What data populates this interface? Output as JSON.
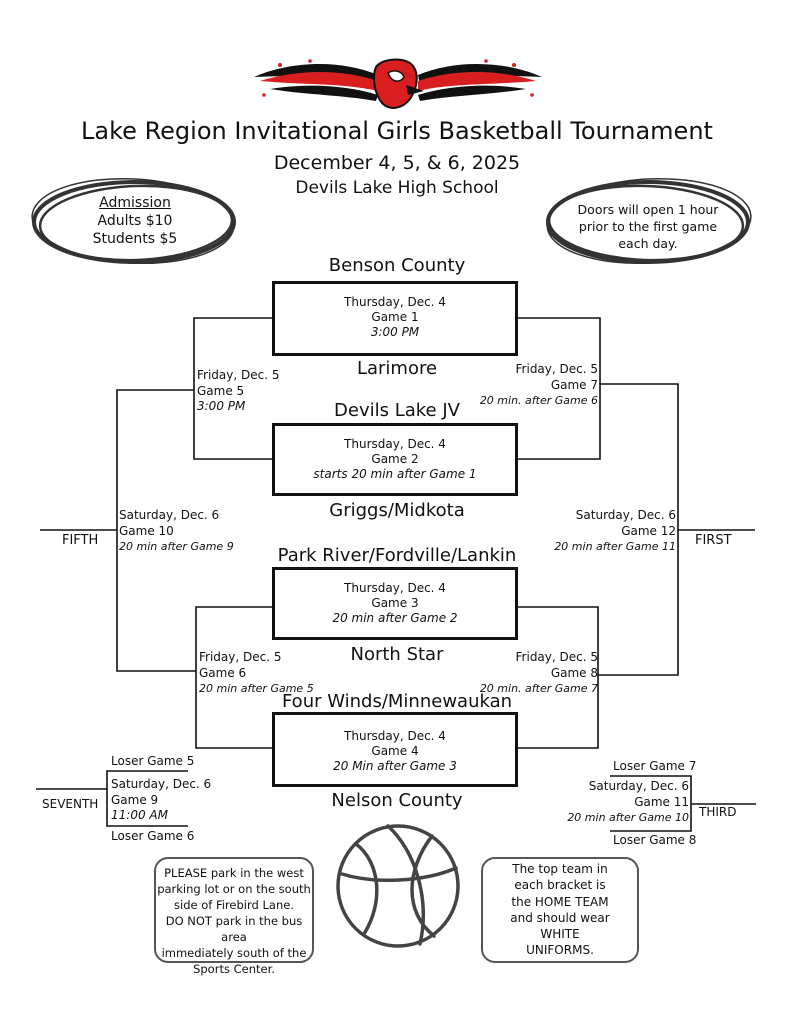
{
  "header": {
    "title": "Lake Region Invitational Girls Basketball Tournament",
    "dates": "December 4, 5, & 6, 2025",
    "venue": "Devils Lake High School"
  },
  "admission": {
    "heading": "Admission",
    "adults": "Adults $10",
    "students": "Students $5"
  },
  "doors": {
    "lines": [
      "Doors will open 1 hour",
      "prior to the first game",
      "each day."
    ]
  },
  "teams": {
    "t1": "Benson County",
    "t2": "Larimore",
    "t3": "Devils Lake JV",
    "t4": "Griggs/Midkota",
    "t5": "Park River/Fordville/Lankin",
    "t6": "North Star",
    "t7": "Four Winds/Minnewaukan",
    "t8": "Nelson County"
  },
  "games": {
    "g1": {
      "day": "Thursday, Dec. 4",
      "name": "Game 1",
      "time": "3:00 PM"
    },
    "g2": {
      "day": "Thursday, Dec. 4",
      "name": "Game 2",
      "time": "starts 20 min after Game 1"
    },
    "g3": {
      "day": "Thursday, Dec. 4",
      "name": "Game 3",
      "time": "20 min after Game 2"
    },
    "g4": {
      "day": "Thursday, Dec. 4",
      "name": "Game 4",
      "time": "20 Min after Game 3"
    },
    "g5": {
      "day": "Friday, Dec. 5",
      "name": "Game 5",
      "time": "3:00 PM"
    },
    "g6": {
      "day": "Friday, Dec. 5",
      "name": "Game 6",
      "time": "20 min after Game 5"
    },
    "g7": {
      "day": "Friday, Dec. 5",
      "name": "Game 7",
      "time": "20 min. after Game 6"
    },
    "g8": {
      "day": "Friday, Dec. 5",
      "name": "Game 8",
      "time": "20 min. after Game 7"
    },
    "g9": {
      "day": "Saturday, Dec. 6",
      "name": "Game 9",
      "time": "11:00 AM"
    },
    "g10": {
      "day": "Saturday, Dec. 6",
      "name": "Game 10",
      "time": "20 min after Game 9"
    },
    "g11": {
      "day": "Saturday, Dec. 6",
      "name": "Game 11",
      "time": "20 min after Game 10"
    },
    "g12": {
      "day": "Saturday, Dec. 6",
      "name": "Game 12",
      "time": "20 min after Game 11"
    }
  },
  "placements": {
    "fifth": "FIFTH",
    "first": "FIRST",
    "seventh": "SEVENTH",
    "third": "THIRD"
  },
  "losers": {
    "lg5": "Loser Game 5",
    "lg6": "Loser Game 6",
    "lg7": "Loser Game 7",
    "lg8": "Loser Game 8"
  },
  "notes": {
    "parking": [
      "PLEASE park in the west",
      "parking lot or on the south",
      "side of Firebird Lane.",
      "DO NOT park in the bus area",
      "immediately south of the",
      "Sports Center."
    ],
    "home": [
      "The top team in",
      "each bracket is",
      "the HOME TEAM",
      "and should wear",
      "WHITE",
      "UNIFORMS."
    ]
  },
  "colors": {
    "logo_red": "#d81e1e",
    "logo_black": "#111111",
    "line": "#111111",
    "scribble": "#333333"
  },
  "icons": {
    "logo": "firebird-logo",
    "ball": "basketball-icon"
  }
}
